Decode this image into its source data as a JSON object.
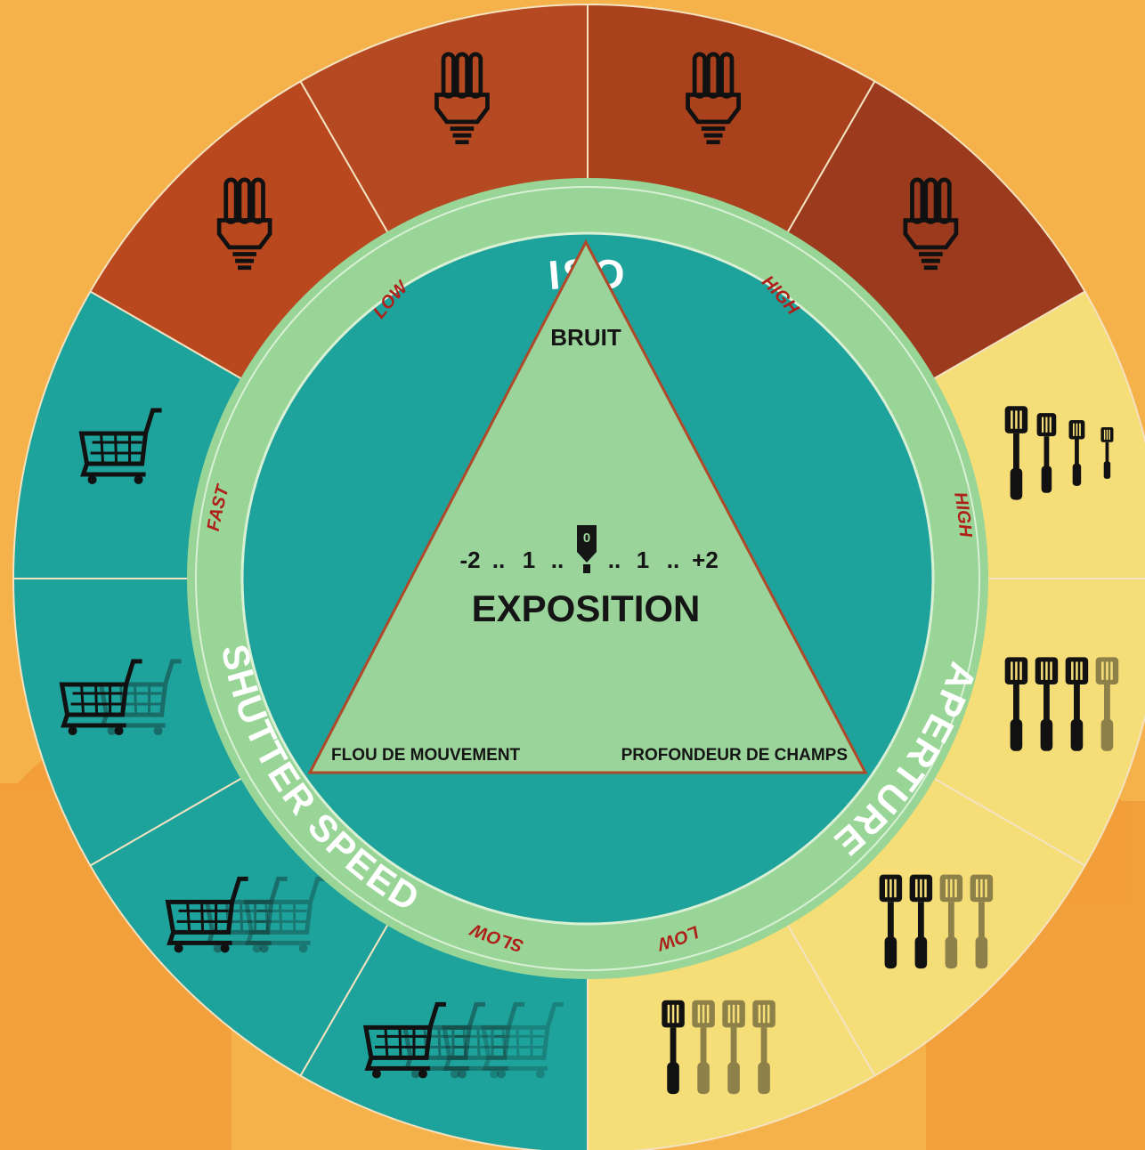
{
  "colors": {
    "background": "#f5b24a",
    "iso_wedges": [
      "#b9481f",
      "#b54a22",
      "#a9411d",
      "#9b3a1c"
    ],
    "aperture_wedges": "#f5dd78",
    "shutter_wedges": "#1ea39c",
    "inner_ring": "#98d596",
    "inner_disc": "#1ea39c",
    "triangle_fill": "#9ad49a",
    "triangle_border": "#b0482a",
    "tick_label": "#b0201a"
  },
  "ring": {
    "iso": "ISO",
    "iso_low": "LOW",
    "iso_high": "HIGH",
    "aperture": "APERTURE",
    "aperture_high": "HIGH",
    "aperture_low": "LOW",
    "shutter": "SHUTTER SPEED",
    "shutter_fast": "FAST",
    "shutter_slow": "SLOW"
  },
  "triangle": {
    "top": "BRUIT",
    "bottom_left": "FLOU DE MOUVEMENT",
    "bottom_right": "PROFONDEUR DE CHAMPS",
    "center": "EXPOSITION",
    "scale_marker": "0",
    "scale": [
      "-2",
      "1",
      "1",
      "+2"
    ]
  },
  "icons": {
    "iso": "light-bulb-icon",
    "aperture": "spatula-icon",
    "shutter": "shopping-cart-icon"
  }
}
